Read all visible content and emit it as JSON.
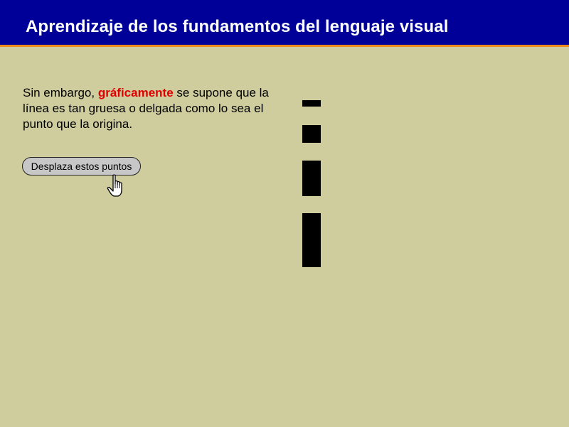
{
  "header": {
    "title": "Aprendizaje de los fundamentos del lenguaje visual"
  },
  "intro": {
    "before": "Sin embargo, ",
    "highlight": "gráficamente",
    "after": " se supone que la línea es tan gruesa o delgada como lo sea el punto que la origina."
  },
  "action_button": {
    "label": "Desplaza estos puntos"
  },
  "colors": {
    "header_background": "#000099",
    "header_rule": "#ef8a1e",
    "page_background": "#cfcd9d",
    "highlight": "#e00000",
    "dots": "#000000"
  },
  "icons": {
    "cursor": "hand-pointer-icon"
  }
}
